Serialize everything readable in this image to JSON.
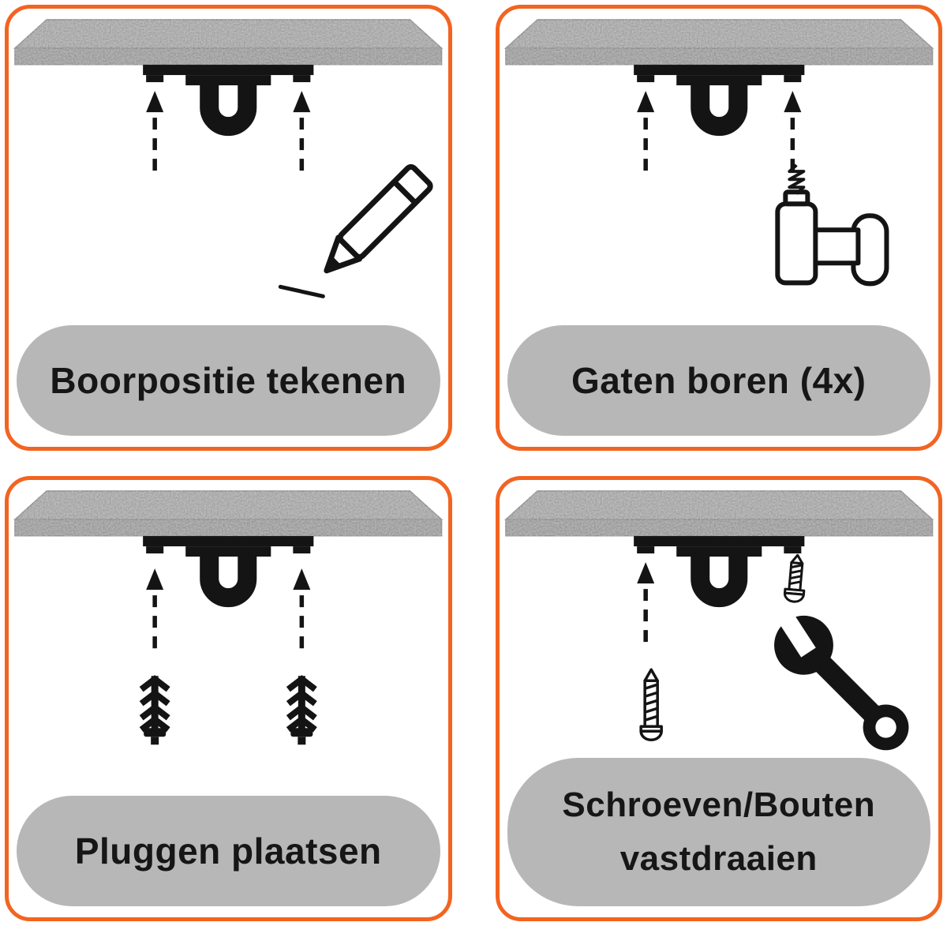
{
  "colors": {
    "accent": "#f26421",
    "pill": "#b7b7b7",
    "ink": "#141414",
    "slab": "#a2a2a2",
    "slab_edge": "#8f8f8f"
  },
  "steps": [
    {
      "id": 1,
      "label": "Boorpositie tekenen",
      "icon": "pencil-icon"
    },
    {
      "id": 2,
      "label": "Gaten boren (4x)",
      "icon": "drill-icon"
    },
    {
      "id": 3,
      "label": "Pluggen plaatsen",
      "icon": "wall-plug-icon"
    },
    {
      "id": 4,
      "label": "Schroeven/Bouten vastdraaien",
      "label_lines": [
        "Schroeven/Bouten",
        "vastdraaien"
      ],
      "icon": "screw-and-wrench-icon"
    }
  ]
}
